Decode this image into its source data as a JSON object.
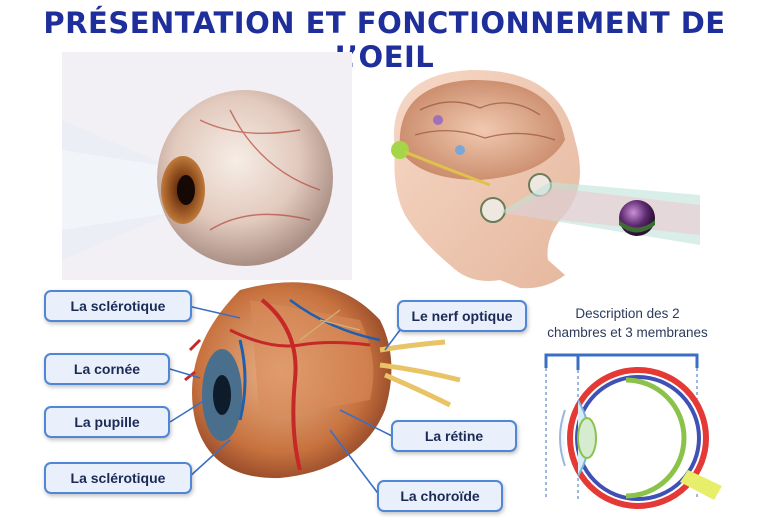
{
  "title": "Présentation et fonctionnement de l’oeil",
  "labels": {
    "sclerotique_top": "La sclérotique",
    "cornee": "La cornée",
    "pupille": "La pupille",
    "sclerotique_bottom": "La sclérotique",
    "nerf_optique": "Le nerf optique",
    "retine": "La rétine",
    "choroide": "La choroïde"
  },
  "description": {
    "line1": "Description des 2",
    "line2": "chambres et 3 membranes"
  },
  "colors": {
    "title": "#1e2f9c",
    "label_border": "#4f86d6",
    "label_fill": "#e9f0fb",
    "sclera_red": "#e53935",
    "choroid_blue": "#3f51b5",
    "retina_green": "#8bc34a",
    "nerve_yellow": "#e6ee6a"
  }
}
